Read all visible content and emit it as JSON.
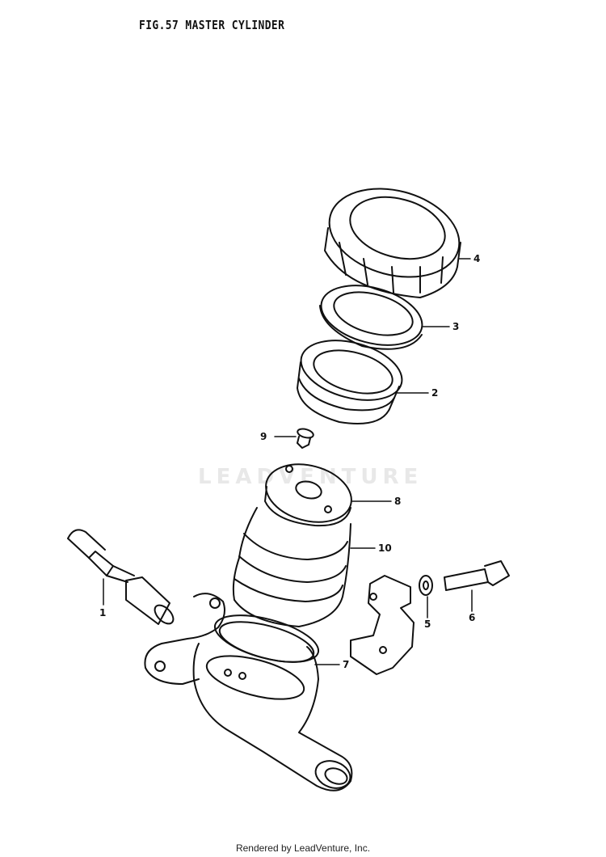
{
  "figure": {
    "title": "FIG.57 MASTER CYLINDER",
    "footer": "Rendered by LeadVenture, Inc.",
    "watermark": "LEADVENTURE"
  },
  "callouts": [
    {
      "id": "part-1",
      "label": "1"
    },
    {
      "id": "part-2",
      "label": "2"
    },
    {
      "id": "part-3",
      "label": "3"
    },
    {
      "id": "part-4",
      "label": "4"
    },
    {
      "id": "part-5",
      "label": "5"
    },
    {
      "id": "part-6",
      "label": "6"
    },
    {
      "id": "part-7",
      "label": "7"
    },
    {
      "id": "part-8",
      "label": "8"
    },
    {
      "id": "part-9",
      "label": "9"
    },
    {
      "id": "part-10",
      "label": "10"
    }
  ]
}
